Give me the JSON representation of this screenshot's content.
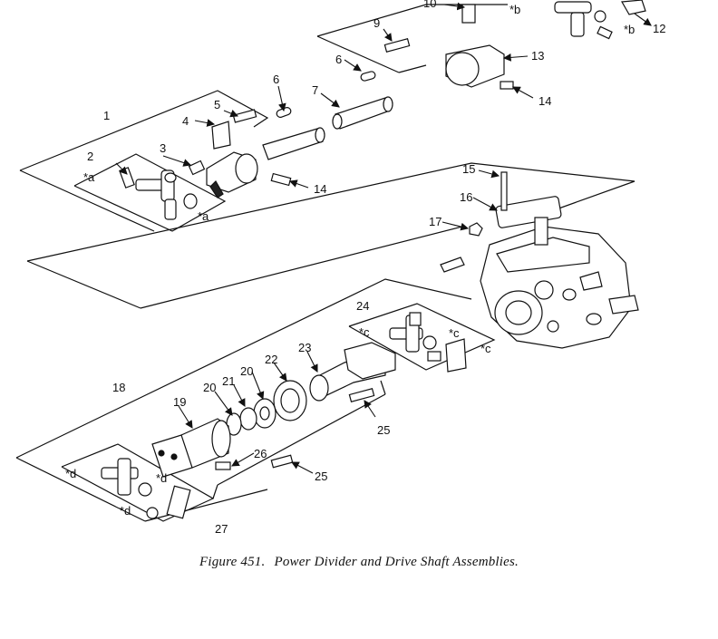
{
  "figure": {
    "number": "Figure 451.",
    "title": "Power Divider and Drive Shaft Assemblies."
  },
  "callouts": {
    "c1": "1",
    "c2": "2",
    "c3": "3",
    "c4": "4",
    "c5": "5",
    "c6a": "6",
    "c6b": "6",
    "c7": "7",
    "c9": "9",
    "c10": "10",
    "c12": "12",
    "c13": "13",
    "c14a": "14",
    "c14b": "14",
    "c15": "15",
    "c16": "16",
    "c17": "17",
    "c18": "18",
    "c19": "19",
    "c20a": "20",
    "c20b": "20",
    "c21": "21",
    "c22": "22",
    "c23": "23",
    "c24": "24",
    "c25a": "25",
    "c25b": "25",
    "c26": "26",
    "c27": "27",
    "star_a1": "*a",
    "star_a2": "*a",
    "star_b1": "*b",
    "star_b2": "*b",
    "star_c1": "*c",
    "star_c2": "*c",
    "star_c3": "*c",
    "star_d1": "*d",
    "star_d2": "*d",
    "star_d3": "*d"
  }
}
